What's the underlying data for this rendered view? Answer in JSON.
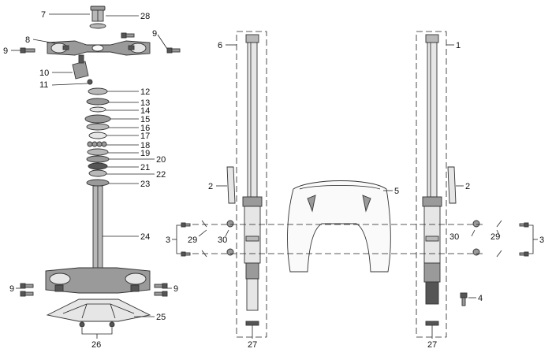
{
  "figure": {
    "callouts": [
      "1",
      "2",
      "3",
      "4",
      "5",
      "6",
      "7",
      "8",
      "9",
      "10",
      "11",
      "12",
      "13",
      "14",
      "15",
      "16",
      "17",
      "18",
      "19",
      "20",
      "21",
      "22",
      "23",
      "24",
      "25",
      "26",
      "27",
      "28",
      "29",
      "30"
    ]
  },
  "labels": {
    "p1": "1",
    "p2a": "2",
    "p2b": "2",
    "p3a": "3",
    "p3b": "3",
    "p4": "4",
    "p5": "5",
    "p6": "6",
    "p7": "7",
    "p8": "8",
    "p9a": "9",
    "p9b": "9",
    "p9c": "9",
    "p9d": "9",
    "p10": "10",
    "p11": "11",
    "p12": "12",
    "p13": "13",
    "p14": "14",
    "p15": "15",
    "p16": "16",
    "p17": "17",
    "p18": "18",
    "p19": "19",
    "p20": "20",
    "p21": "21",
    "p22": "22",
    "p23": "23",
    "p24": "24",
    "p25": "25",
    "p26": "26",
    "p27a": "27",
    "p27b": "27",
    "p28": "28",
    "p29a": "29",
    "p29b": "29",
    "p30a": "30",
    "p30b": "30"
  }
}
